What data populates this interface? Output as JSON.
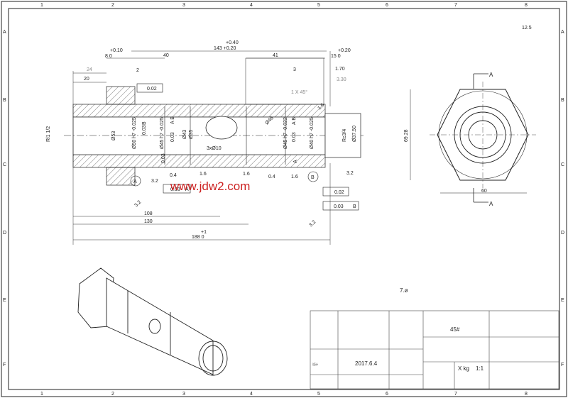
{
  "frame": {
    "columns": [
      "1",
      "2",
      "3",
      "4",
      "5",
      "6",
      "7",
      "8"
    ],
    "rows": [
      "A",
      "B",
      "C",
      "D",
      "E",
      "F"
    ]
  },
  "roughness": {
    "corner": "12.5",
    "r1": "3.2",
    "r2": "3.2",
    "r3": "3.2",
    "r4": "3.2",
    "r5": "1.6",
    "r6": "1.6",
    "r7": "1.6",
    "r8": "0.4",
    "r9": "0.4",
    "r10": "1.6"
  },
  "dims": {
    "top_tol_plus": "+0.10",
    "top_tol_zero1": "8 0",
    "overall_tol": "+0.40",
    "overall": "143 +0.20",
    "right_tol": "+0.20",
    "right_15": "15 0",
    "d40": "40",
    "d41": "41",
    "d24": "24",
    "d20": "20",
    "d2": "2",
    "d3": "3",
    "d170": "1.70",
    "d330": "3.30",
    "chamfer": "1 X 45°",
    "d108": "108",
    "d130": "130",
    "d188_tol": "+1",
    "d188": "188 0",
    "holes": "3xØ10",
    "rl": "Rl1 1/2",
    "rc": "Rc3/4",
    "d53": "Ø53",
    "d50h7": "Ø50 h7 -0.025",
    "d45h7": "Ø45 h7 -0.025",
    "d43": "Ø43",
    "d35": "Ø35",
    "d46": "Ø46",
    "d45b": "Ø45 h7 -0.022",
    "d40h7": "Ø40 h7 -0.025",
    "d37": "Ø37.50"
  },
  "gdt": {
    "t1_val": "0.02",
    "t2_val": "0.03",
    "t2_ref": "A",
    "t3_val": "0.02",
    "t4_val": "0.03",
    "t4_ref": "B",
    "v1_val": "0.03",
    "v1_ref": "B",
    "v2_val": "0.03",
    "v2_ref": "A B",
    "v3_val": "0.03",
    "v3_ref": "A B",
    "v4_val": "0.03",
    "v4_ref": "A",
    "datum_a": "A",
    "datum_b": "B"
  },
  "end_view": {
    "section_a": "A",
    "section_a2": "A",
    "d6928": "69.28",
    "d60": "60"
  },
  "watermark": "www.jdw2.com",
  "general_roughness": "7.ø",
  "title_block": {
    "material": "45#",
    "date": "2017.6.4",
    "weight": "X kg",
    "scale": "1:1",
    "designer": "设计"
  }
}
